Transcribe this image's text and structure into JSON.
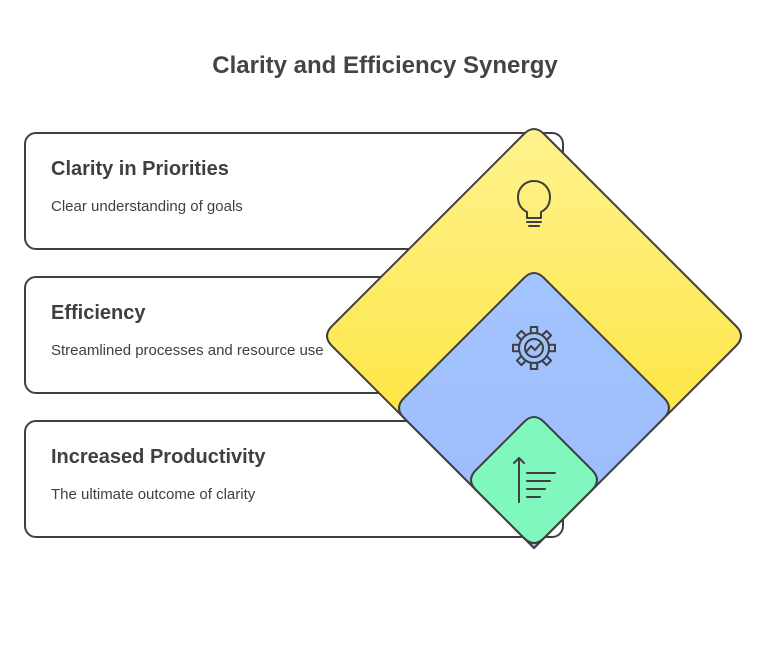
{
  "title": "Clarity and Efficiency Synergy",
  "items": [
    {
      "heading": "Clarity in Priorities",
      "description": "Clear understanding of goals",
      "icon": "lightbulb-icon",
      "color": "#fde24c"
    },
    {
      "heading": "Efficiency",
      "description": "Streamlined processes and resource use",
      "icon": "gear-chart-icon",
      "color": "#9cbffc"
    },
    {
      "heading": "Increased Productivity",
      "description": "The ultimate outcome of clarity",
      "icon": "sort-ascending-icon",
      "color": "#80f8bd"
    }
  ]
}
